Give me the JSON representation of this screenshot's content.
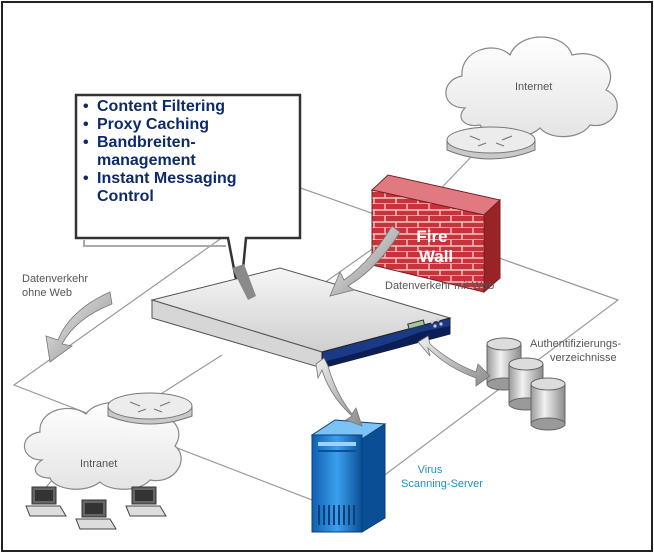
{
  "bubble": {
    "items": [
      {
        "label": "Content Filtering"
      },
      {
        "label": "Proxy Caching"
      },
      {
        "label": "Bandbreiten-"
      },
      {
        "label": "management"
      },
      {
        "label": "Instant Messaging"
      },
      {
        "label": "Control"
      }
    ]
  },
  "labels": {
    "internet": "Internet",
    "intranet": "Intranet",
    "firewall_line1": "Fire",
    "firewall_line2": "Wall",
    "traffic_web": "Datenverkehr mit Web",
    "traffic_noweb_line1": "Datenverkehr",
    "traffic_noweb_line2": "ohne Web",
    "auth_line1": "Authentifizierungs-",
    "auth_line2": "verzeichnisse",
    "virus_line1": "Virus",
    "virus_line2": "Scanning-Server"
  },
  "colors": {
    "bubble_text": "#0d2a6b",
    "virus_text": "#1f8fc8",
    "firewall": "#c8323a",
    "server_blue": "#1f7fd0"
  }
}
